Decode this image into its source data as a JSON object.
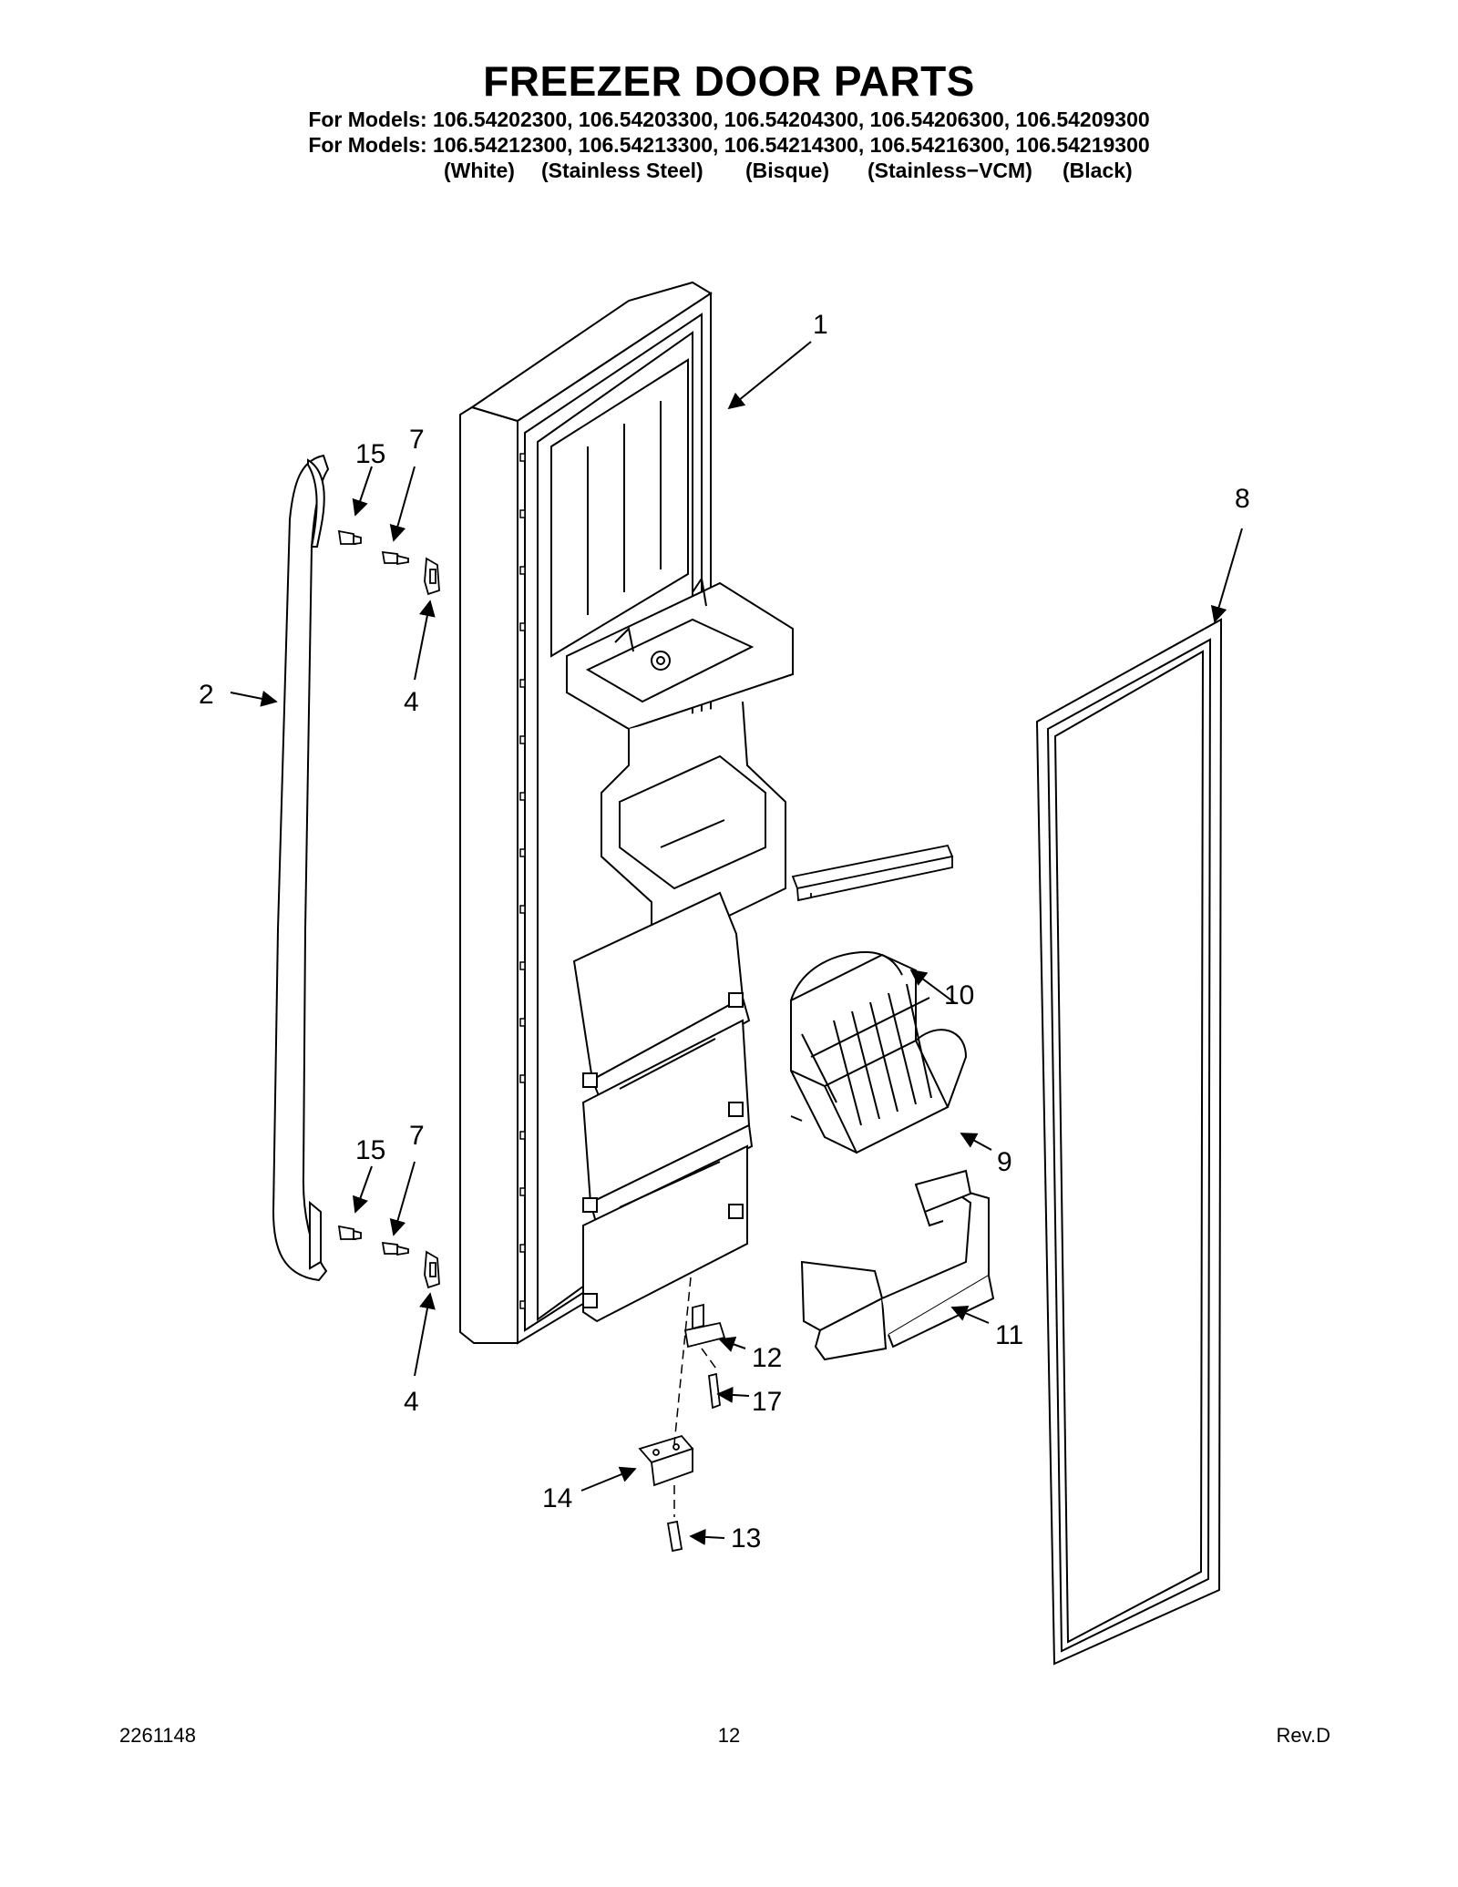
{
  "header": {
    "title": "FREEZER DOOR PARTS",
    "models_line_1": "For Models: 106.54202300, 106.54203300, 106.54204300, 106.54206300, 106.54209300",
    "models_line_2": "For Models: 106.54212300, 106.54213300, 106.54214300, 106.54216300, 106.54219300",
    "finishes": [
      "(White)",
      "(Stainless Steel)",
      "(Bisque)",
      "(Stainless−VCM)",
      "(Black)"
    ]
  },
  "callouts": [
    "1",
    "2",
    "4",
    "4",
    "7",
    "7",
    "8",
    "9",
    "10",
    "11",
    "12",
    "13",
    "14",
    "15",
    "15",
    "17"
  ],
  "footer": {
    "doc_number": "2261148",
    "page_number": "12",
    "revision": "Rev.D"
  }
}
